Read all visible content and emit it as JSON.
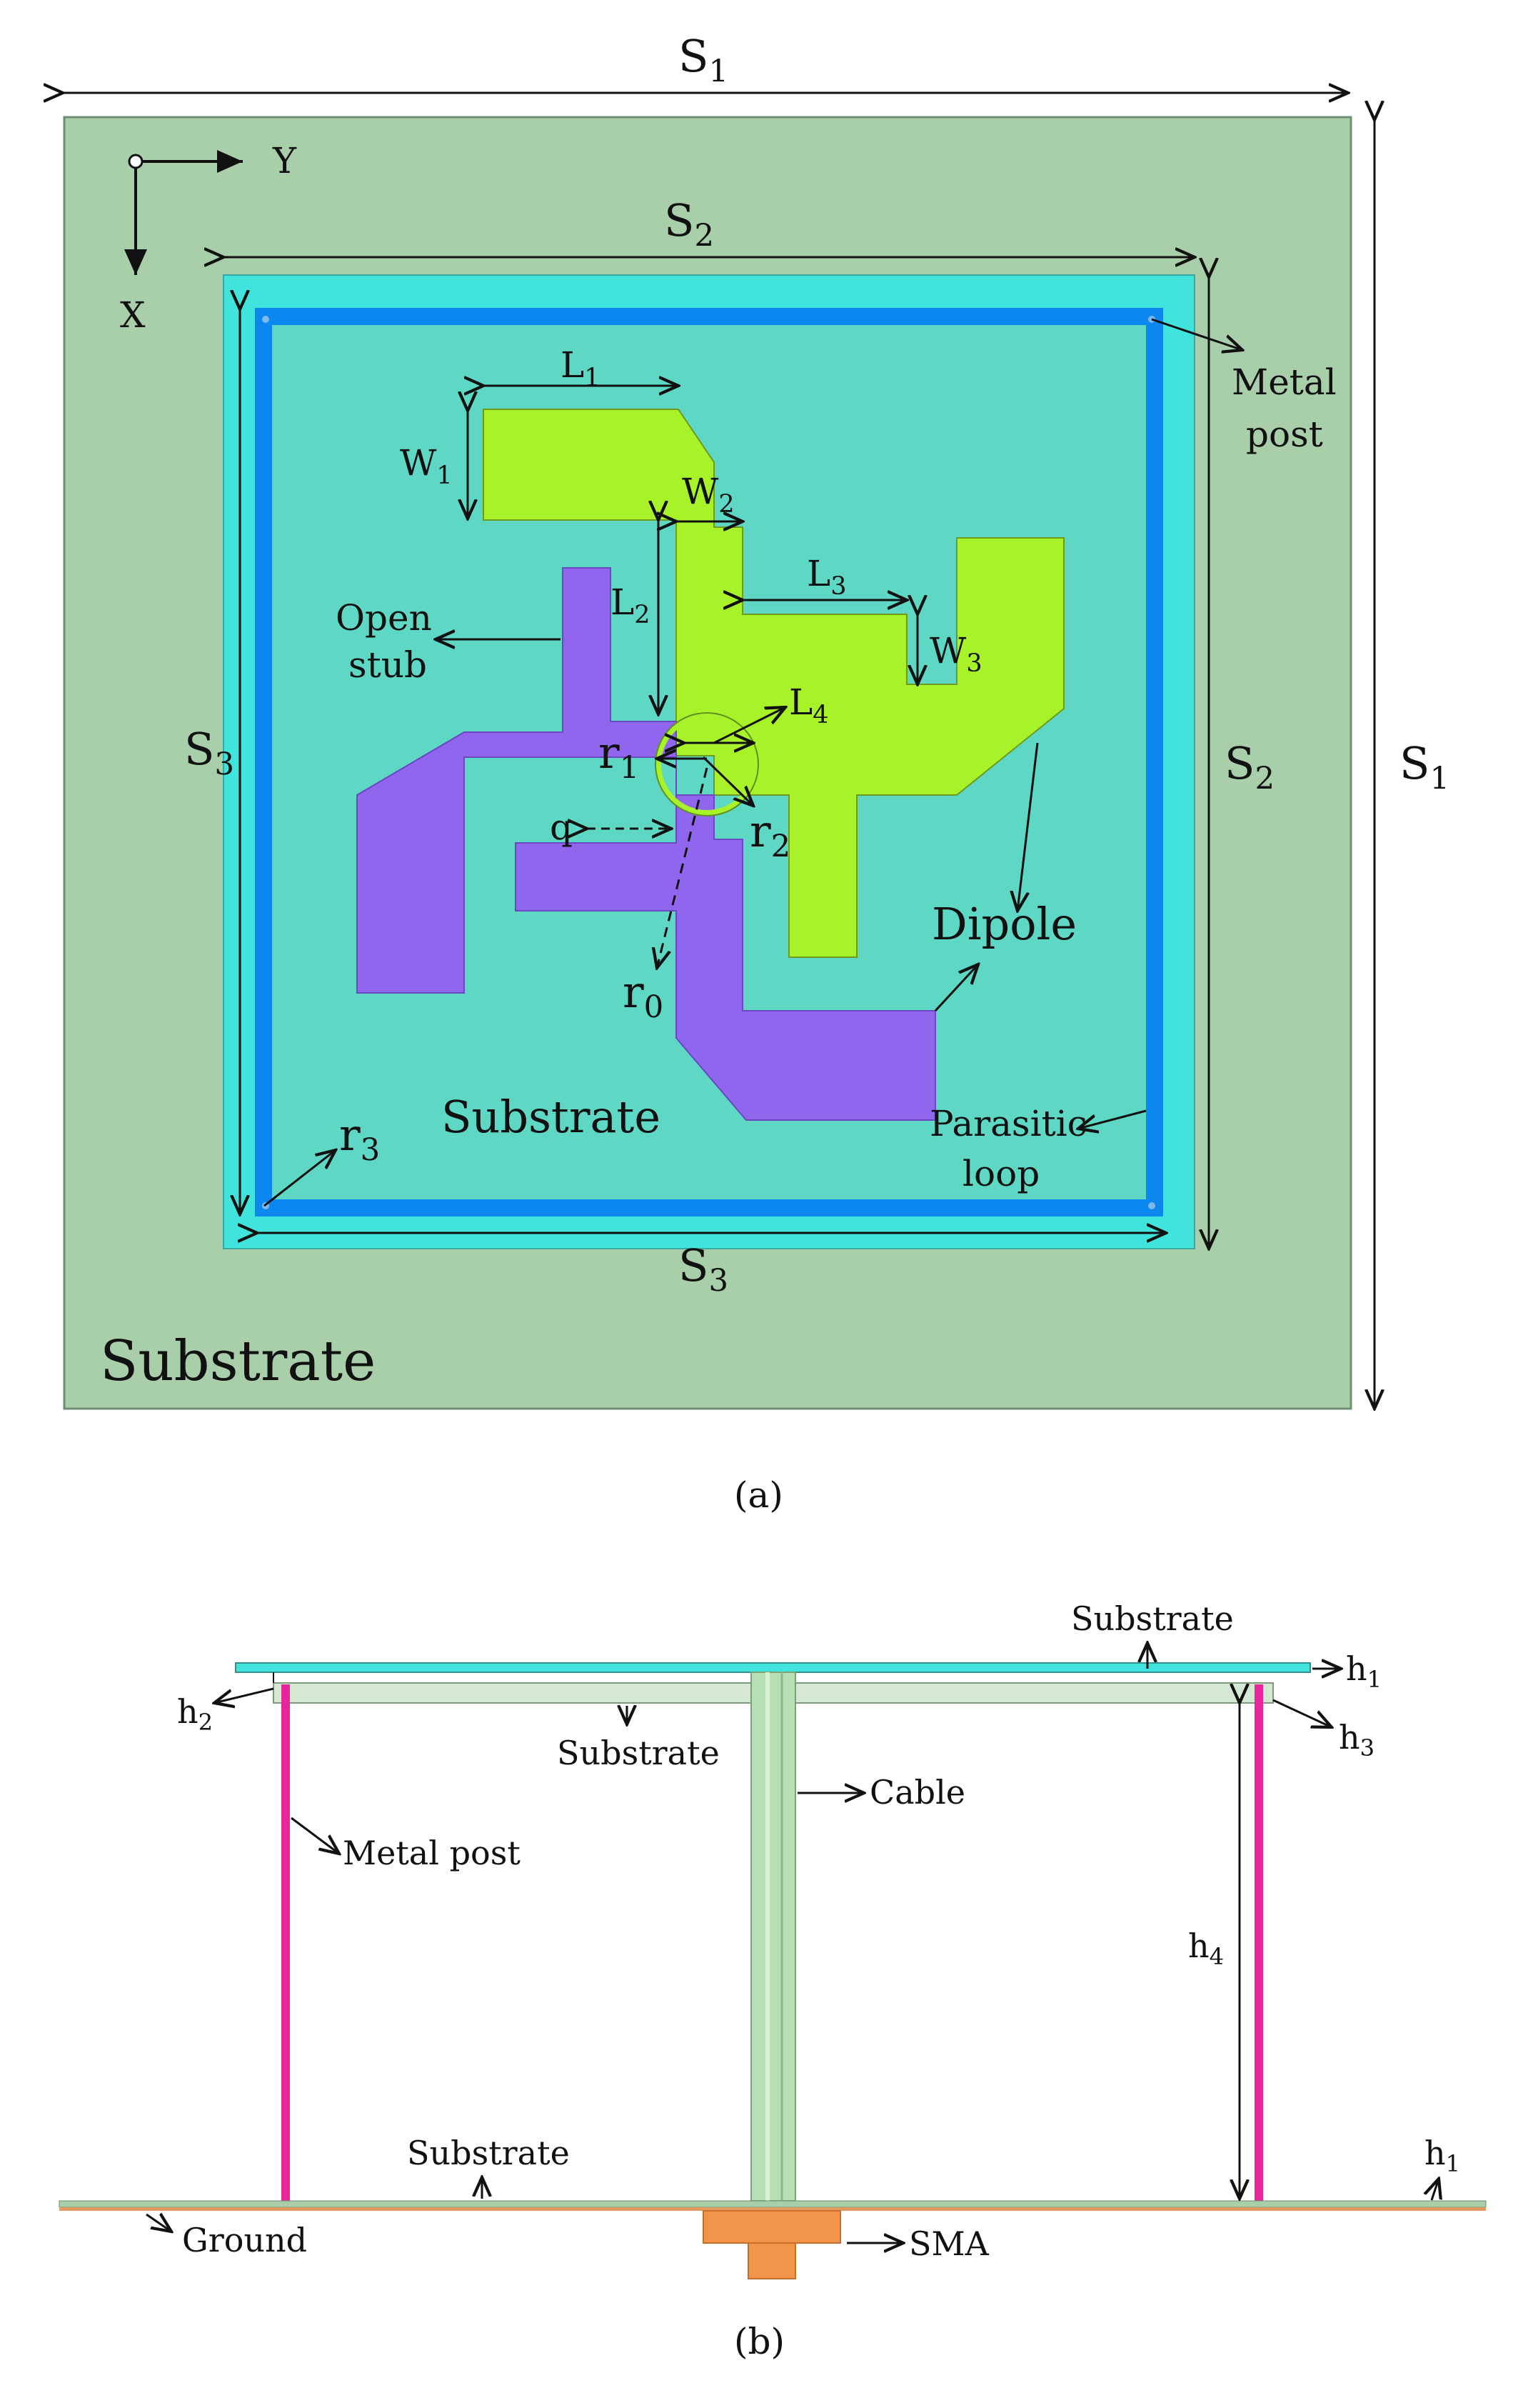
{
  "colors": {
    "outer_substrate": "#a8ceaa",
    "inner_frame": "#40e4dc",
    "loop": "#0b87ef",
    "inner_substrate": "#5ed7c5",
    "dipole_green": "#a8f22a",
    "dipole_purple": "#9066ee",
    "metal_post": "#e8259a",
    "cable": "#b8dfb4",
    "sma": "#f0954a",
    "ground": "#e39a5e"
  },
  "panel_a": {
    "caption": "(a)",
    "axis_y": "Y",
    "axis_x": "X",
    "substrate_outer": "Substrate",
    "substrate_inner": "Substrate",
    "metal_post_1": "Metal",
    "metal_post_2": "post",
    "open_stub_1": "Open",
    "open_stub_2": "stub",
    "dipole": "Dipole",
    "parasitic_1": "Parasitic",
    "parasitic_2": "loop",
    "dims": {
      "S1_top": {
        "base": "S",
        "sub": "1"
      },
      "S1_right": {
        "base": "S",
        "sub": "1"
      },
      "S2_top": {
        "base": "S",
        "sub": "2"
      },
      "S2_right": {
        "base": "S",
        "sub": "2"
      },
      "S3_left": {
        "base": "S",
        "sub": "3"
      },
      "S3_bottom": {
        "base": "S",
        "sub": "3"
      },
      "L1": {
        "base": "L",
        "sub": "1"
      },
      "W1": {
        "base": "W",
        "sub": "1"
      },
      "W2": {
        "base": "W",
        "sub": "2"
      },
      "L2": {
        "base": "L",
        "sub": "2"
      },
      "L3": {
        "base": "L",
        "sub": "3"
      },
      "W3": {
        "base": "W",
        "sub": "3"
      },
      "L4": {
        "base": "L",
        "sub": "4"
      },
      "r1": {
        "base": "r",
        "sub": "1"
      },
      "r2": {
        "base": "r",
        "sub": "2"
      },
      "r0": {
        "base": "r",
        "sub": "0"
      },
      "r3": {
        "base": "r",
        "sub": "3"
      },
      "q": {
        "base": "q",
        "sub": ""
      }
    }
  },
  "panel_b": {
    "caption": "(b)",
    "substrate_top": "Substrate",
    "substrate_mid": "Substrate",
    "substrate_bottom": "Substrate",
    "cable": "Cable",
    "metal_post": "Metal post",
    "ground": "Ground",
    "sma": "SMA",
    "dims": {
      "h1_top": {
        "base": "h",
        "sub": "1"
      },
      "h2": {
        "base": "h",
        "sub": "2"
      },
      "h3": {
        "base": "h",
        "sub": "3"
      },
      "h4": {
        "base": "h",
        "sub": "4"
      },
      "h1_bottom": {
        "base": "h",
        "sub": "1"
      }
    }
  }
}
